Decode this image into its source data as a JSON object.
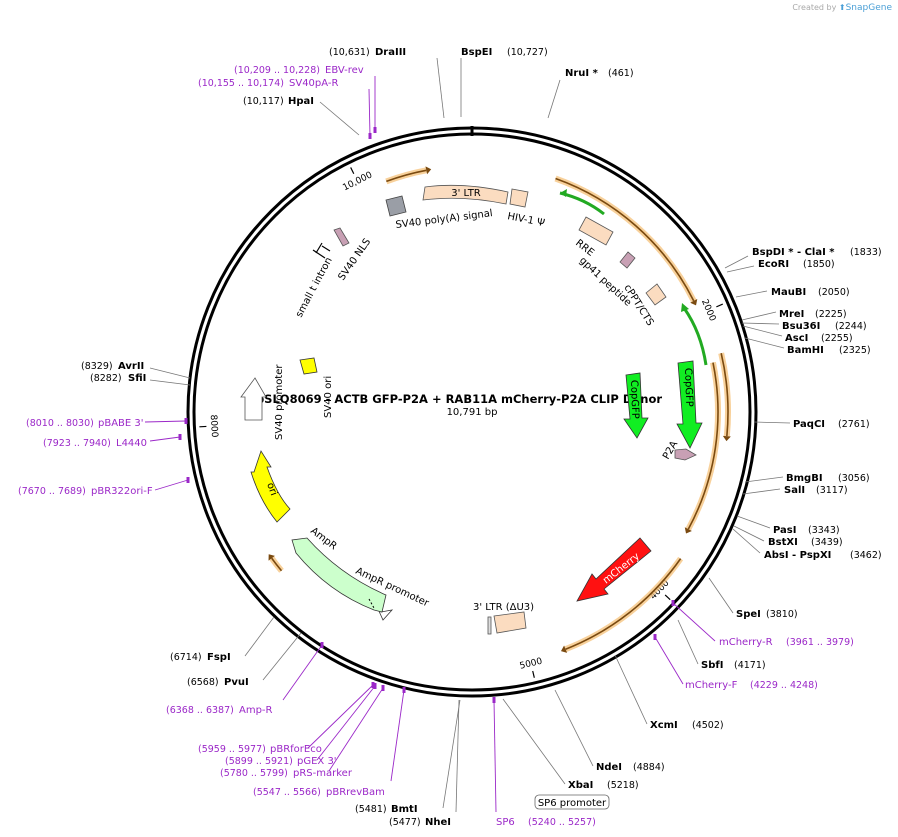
{
  "watermark": {
    "prefix": "Created by",
    "brand": "SnapGene"
  },
  "plasmid": {
    "name": "pSLQ8069 - ACTB GFP-P2A + RAB11A mCherry-P2A CLIP Donor",
    "size_label": "10,791 bp",
    "length": 10791
  },
  "colors": {
    "feature_tan": "#fbdcc0",
    "green": "#22dd22",
    "red": "#ff1111",
    "yellow": "#ffff00",
    "ampr": "#ccffcc",
    "primer": "#9b28c8",
    "orf_arrow": "#f5a623"
  },
  "ticks": [
    {
      "bp": 2000,
      "label": "2000"
    },
    {
      "bp": 4000,
      "label": "4000"
    },
    {
      "bp": 5000,
      "label": "5000"
    },
    {
      "bp": 8000,
      "label": "8000"
    },
    {
      "bp": 10000,
      "label": "10,000"
    }
  ],
  "enzymes": [
    {
      "name": "DraIII",
      "pos": "(10,631)"
    },
    {
      "name": "BspEI",
      "pos": "(10,727)"
    },
    {
      "name": "NruI *",
      "pos": "(461)"
    },
    {
      "name": "HpaI",
      "pos": "(10,117)"
    },
    {
      "name": "BspDI * - ClaI *",
      "pos": "(1833)"
    },
    {
      "name": "EcoRI",
      "pos": "(1850)"
    },
    {
      "name": "MauBI",
      "pos": "(2050)"
    },
    {
      "name": "MreI",
      "pos": "(2225)"
    },
    {
      "name": "Bsu36I",
      "pos": "(2244)"
    },
    {
      "name": "AscI",
      "pos": "(2255)"
    },
    {
      "name": "BamHI",
      "pos": "(2325)"
    },
    {
      "name": "PaqCI",
      "pos": "(2761)"
    },
    {
      "name": "BmgBI",
      "pos": "(3056)"
    },
    {
      "name": "SalI",
      "pos": "(3117)"
    },
    {
      "name": "PasI",
      "pos": "(3343)"
    },
    {
      "name": "BstXI",
      "pos": "(3439)"
    },
    {
      "name": "AbsI - PspXI",
      "pos": "(3462)"
    },
    {
      "name": "SpeI",
      "pos": "(3810)"
    },
    {
      "name": "SbfI",
      "pos": "(4171)"
    },
    {
      "name": "XcmI",
      "pos": "(4502)"
    },
    {
      "name": "NdeI",
      "pos": "(4884)"
    },
    {
      "name": "XbaI",
      "pos": "(5218)"
    },
    {
      "name": "BmtI",
      "pos": "(5481)"
    },
    {
      "name": "NheI",
      "pos": "(5477)"
    },
    {
      "name": "PvuI",
      "pos": "(6568)"
    },
    {
      "name": "FspI",
      "pos": "(6714)"
    },
    {
      "name": "AvrII",
      "pos": "(8329)"
    },
    {
      "name": "SfiI",
      "pos": "(8282)"
    }
  ],
  "primers": [
    {
      "name": "EBV-rev",
      "range": "(10,209 .. 10,228)"
    },
    {
      "name": "SV40pA-R",
      "range": "(10,155 .. 10,174)"
    },
    {
      "name": "mCherry-R",
      "range": "(3961 .. 3979)"
    },
    {
      "name": "mCherry-F",
      "range": "(4229 .. 4248)"
    },
    {
      "name": "SP6",
      "range": "(5240 .. 5257)"
    },
    {
      "name": "pBRrevBam",
      "range": "(5547 .. 5566)"
    },
    {
      "name": "pRS-marker",
      "range": "(5780 .. 5799)"
    },
    {
      "name": "pGEX 3'",
      "range": "(5899 .. 5921)"
    },
    {
      "name": "pBRforEco",
      "range": "(5959 .. 5977)"
    },
    {
      "name": "Amp-R",
      "range": "(6368 .. 6387)"
    },
    {
      "name": "pBR322ori-F",
      "range": "(7670 .. 7689)"
    },
    {
      "name": "L4440",
      "range": "(7923 .. 7940)"
    },
    {
      "name": "pBABE 3'",
      "range": "(8010 .. 8030)"
    }
  ],
  "features": {
    "ltr3": "3' LTR",
    "hiv_psi": "HIV-1 Ψ",
    "sv40_polya": "SV40 poly(A) signal",
    "rre": "RRE",
    "gp41": "gp41 peptide",
    "cppt": "cPPT/CTS",
    "copgfp1": "CopGFP",
    "copgfp2": "CopGFP",
    "p2a": "P2A",
    "mcherry": "mCherry",
    "ltr3_du3": "3' LTR (ΔU3)",
    "sp6_promoter": "SP6 promoter",
    "ampr_promoter": "AmpR promoter",
    "ampr": "AmpR",
    "ori": "ori",
    "sv40_promoter": "SV40 promoter",
    "sv40_ori": "SV40 ori",
    "sv40_nls": "SV40 NLS",
    "small_t_intron": "small t intron"
  }
}
